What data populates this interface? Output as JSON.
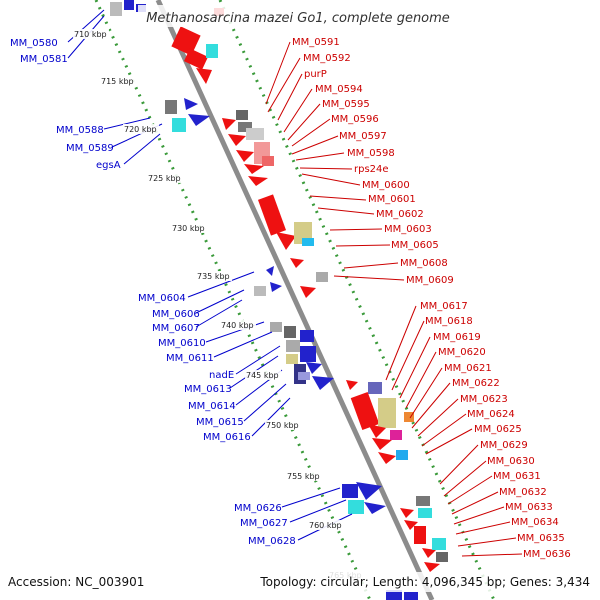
{
  "title": "Methanosarcina mazei Go1, complete genome",
  "accession": "Accession: NC_003901",
  "topology": "Topology: circular; Length: 4,096,345 bp; Genes: 3,434",
  "colors": {
    "left_label": "#0000cc",
    "right_label": "#cc0000",
    "backbone": "#8c8c8c",
    "dots": "#3a9a3a"
  },
  "kbp_ticks": [
    "710 kbp",
    "715 kbp",
    "720 kbp",
    "725 kbp",
    "730 kbp",
    "735 kbp",
    "740 kbp",
    "745 kbp",
    "750 kbp",
    "755 kbp",
    "760 kbp",
    "765 kbp"
  ],
  "left_labels": [
    "MM_0580",
    "MM_0581",
    "MM_0588",
    "MM_0589",
    "egsA",
    "MM_0604",
    "MM_0606",
    "MM_0607",
    "MM_0610",
    "MM_0611",
    "nadE",
    "MM_0613",
    "MM_0614",
    "MM_0615",
    "MM_0616",
    "MM_0626",
    "MM_0627",
    "MM_0628"
  ],
  "right_labels": [
    "MM_0591",
    "MM_0592",
    "purP",
    "MM_0594",
    "MM_0595",
    "MM_0596",
    "MM_0597",
    "MM_0598",
    "rps24e",
    "MM_0600",
    "MM_0601",
    "MM_0602",
    "MM_0603",
    "MM_0605",
    "MM_0608",
    "MM_0609",
    "MM_0617",
    "MM_0618",
    "MM_0619",
    "MM_0620",
    "MM_0621",
    "MM_0622",
    "MM_0623",
    "MM_0624",
    "MM_0625",
    "MM_0629",
    "MM_0630",
    "MM_0631",
    "MM_0632",
    "MM_0633",
    "MM_0634",
    "MM_0635",
    "MM_0636"
  ]
}
